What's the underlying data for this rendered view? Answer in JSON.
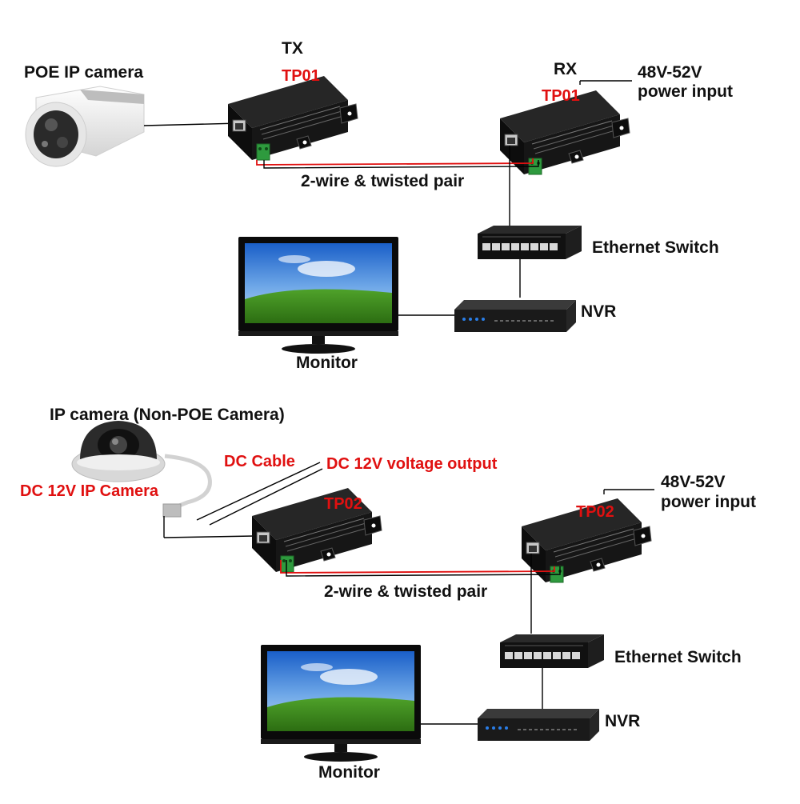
{
  "colors": {
    "label": "#111111",
    "accent": "#e01010",
    "device": "#141414",
    "cable": "#000000",
    "pair_red": "#e01010"
  },
  "top": {
    "camera_label": "POE IP camera",
    "tx_label": "TX",
    "tx_model": "TP01",
    "rx_label": "RX",
    "rx_model": "TP01",
    "power_line1": "48V-52V",
    "power_line2": "power input",
    "pair_label": "2-wire & twisted pair",
    "switch_label": "Ethernet Switch",
    "nvr_label": "NVR",
    "monitor_label": "Monitor"
  },
  "bottom": {
    "camera_label": "IP camera (Non-POE Camera)",
    "camera_sub_label": "DC 12V IP Camera",
    "dc_cable_label": "DC Cable",
    "dc_output_label": "DC 12V voltage output",
    "tx_model": "TP02",
    "rx_model": "TP02",
    "power_line1": "48V-52V",
    "power_line2": "power input",
    "pair_label": "2-wire & twisted pair",
    "switch_label": "Ethernet Switch",
    "nvr_label": "NVR",
    "monitor_label": "Monitor"
  },
  "icons": [
    "bullet-camera-icon",
    "dome-camera-icon",
    "extender-box-icon",
    "ethernet-switch-icon",
    "nvr-icon",
    "monitor-icon"
  ]
}
